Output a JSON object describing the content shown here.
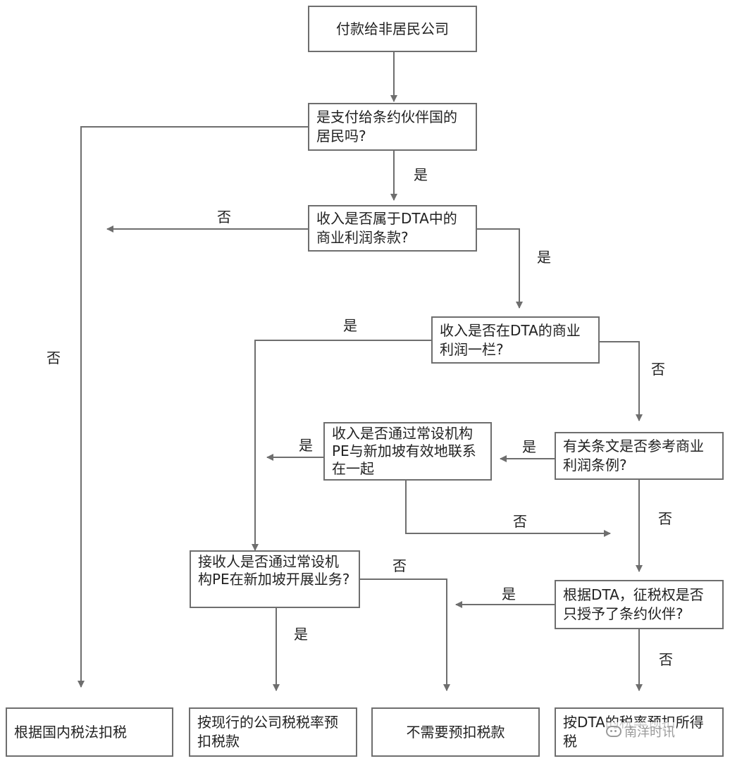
{
  "nodes": {
    "start": "付款给非居民公司",
    "q_resident": "是支付给条约伙伴国的居民吗?",
    "q_business_profit": "收入是否属于DTA中的商业利润条款?",
    "q_in_column": "收入是否在DTA的商业利润一栏?",
    "q_pe_connected": "收入是否通过常设机构PE与新加坡有效地联系在一起",
    "q_refers_article": "有关条文是否参考商业利润条例?",
    "q_recipient_pe": "接收人是否通过常设机构PE在新加坡开展业务?",
    "q_taxing_right": "根据DTA，征税权是否只授予了条约伙伴?",
    "end_domestic": "根据国内税法扣税",
    "end_corporate_rate": "按现行的公司税税率预扣税款",
    "end_no_withholding": "不需要预扣税款",
    "end_dta_rate": "按DTA的税率预扣所得税"
  },
  "labels": {
    "yes": "是",
    "no": "否"
  },
  "watermark": {
    "text": "南洋时讯",
    "icon": "wechat-icon"
  },
  "colors": {
    "line": "#6e6e6e",
    "border": "#6e6e6e",
    "text": "#222222"
  }
}
